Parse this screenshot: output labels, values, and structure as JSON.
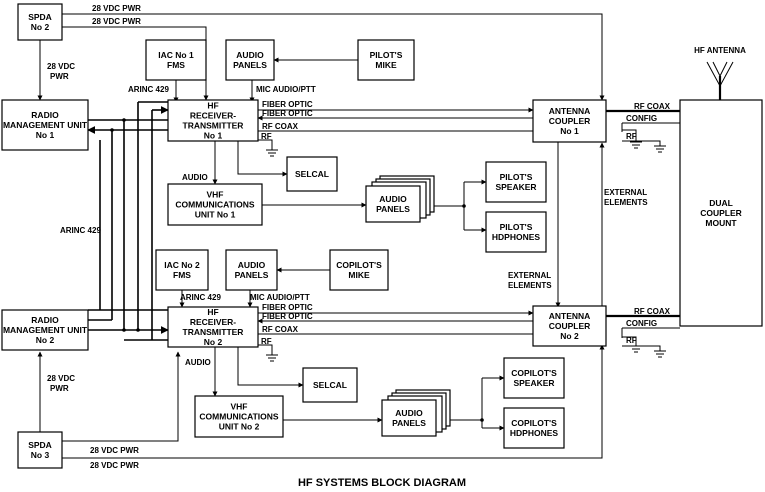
{
  "title": "HF SYSTEMS BLOCK DIAGRAM",
  "boxes": {
    "spda2": [
      "SPDA",
      "No 2"
    ],
    "spda3": [
      "SPDA",
      "No 3"
    ],
    "rmu1": [
      "RADIO",
      "MANAGEMENT UNIT",
      "No 1"
    ],
    "rmu2": [
      "RADIO",
      "MANAGEMENT UNIT",
      "No 2"
    ],
    "iac1": [
      "IAC No 1",
      "FMS"
    ],
    "iac2": [
      "IAC No 2",
      "FMS"
    ],
    "audio_top1": [
      "AUDIO",
      "PANELS"
    ],
    "audio_top2": [
      "AUDIO",
      "PANELS"
    ],
    "pilot_mike": [
      "PILOT'S",
      "MIKE"
    ],
    "copilot_mike": [
      "COPILOT'S",
      "MIKE"
    ],
    "hf1": [
      "HF",
      "RECEIVER-",
      "TRANSMITTER",
      "No 1"
    ],
    "hf2": [
      "HF",
      "RECEIVER-",
      "TRANSMITTER",
      "No 2"
    ],
    "selcal1": [
      "SELCAL"
    ],
    "selcal2": [
      "SELCAL"
    ],
    "vhf1": [
      "VHF",
      "COMMUNICATIONS",
      "UNIT No 1"
    ],
    "vhf2": [
      "VHF",
      "COMMUNICATIONS",
      "UNIT No 2"
    ],
    "audio_stack1": [
      "AUDIO",
      "PANELS"
    ],
    "audio_stack2": [
      "AUDIO",
      "PANELS"
    ],
    "pilot_speaker": [
      "PILOT'S",
      "SPEAKER"
    ],
    "pilot_hdphones": [
      "PILOT'S",
      "HDPHONES"
    ],
    "copilot_speaker": [
      "COPILOT'S",
      "SPEAKER"
    ],
    "copilot_hdphones": [
      "COPILOT'S",
      "HDPHONES"
    ],
    "coupler1": [
      "ANTENNA",
      "COUPLER",
      "No 1"
    ],
    "coupler2": [
      "ANTENNA",
      "COUPLER",
      "No 2"
    ],
    "dual_mount": [
      "DUAL",
      "COUPLER",
      "MOUNT"
    ]
  },
  "labels": {
    "pwr_top1": "28 VDC PWR",
    "pwr_top2": "28 VDC PWR",
    "pwr_spda2_a": "28 VDC",
    "pwr_spda2_b": "PWR",
    "pwr_spda3_a": "28 VDC",
    "pwr_spda3_b": "PWR",
    "pwr_bot1": "28 VDC PWR",
    "pwr_bot2": "28 VDC PWR",
    "arinc1": "ARINC 429",
    "arinc2": "ARINC 429",
    "arinc_mid": "ARINC 429",
    "mic1": "MIC AUDIO/PTT",
    "mic2": "MIC AUDIO/PTT",
    "fiber1a": "FIBER OPTIC",
    "fiber1b": "FIBER OPTIC",
    "rfcoax1": "RF COAX",
    "rf1": "RF",
    "fiber2a": "FIBER OPTIC",
    "fiber2b": "FIBER OPTIC",
    "rfcoax2": "RF COAX",
    "rf2": "RF",
    "audio1": "AUDIO",
    "audio2": "AUDIO",
    "ext1a": "EXTERNAL",
    "ext1b": "ELEMENTS",
    "ext2a": "EXTERNAL",
    "ext2b": "ELEMENTS",
    "cpl1_rfcoax": "RF COAX",
    "cpl1_config": "CONFIG",
    "cpl1_rf": "RF",
    "cpl2_rfcoax": "RF COAX",
    "cpl2_config": "CONFIG",
    "cpl2_rf": "RF",
    "hf_antenna": "HF ANTENNA"
  }
}
